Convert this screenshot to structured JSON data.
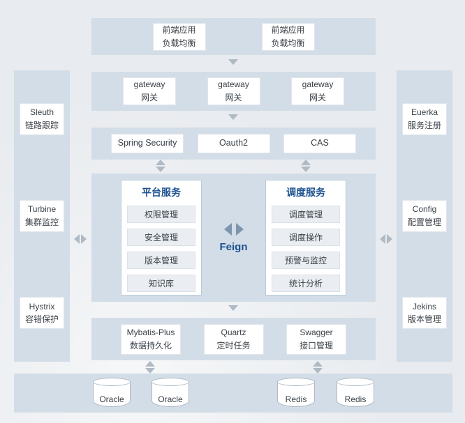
{
  "frontend": {
    "items": [
      {
        "l1": "前端应用",
        "l2": "负载均衡"
      },
      {
        "l1": "前端应用",
        "l2": "负载均衡"
      }
    ]
  },
  "gateway": {
    "items": [
      {
        "l1": "gateway",
        "l2": "网关"
      },
      {
        "l1": "gateway",
        "l2": "网关"
      },
      {
        "l1": "gateway",
        "l2": "网关"
      }
    ]
  },
  "security": {
    "items": [
      "Spring Security",
      "Oauth2",
      "CAS"
    ]
  },
  "platform": {
    "title": "平台服务",
    "items": [
      "权限管理",
      "安全管理",
      "版本管理",
      "知识库"
    ]
  },
  "schedule": {
    "title": "调度服务",
    "items": [
      "调度管理",
      "调度操作",
      "预警与监控",
      "统计分析"
    ]
  },
  "feign": {
    "label": "Feign"
  },
  "middleware": {
    "items": [
      {
        "l1": "Mybatis-Plus",
        "l2": "数据持久化"
      },
      {
        "l1": "Quartz",
        "l2": "定时任务"
      },
      {
        "l1": "Swagger",
        "l2": "接口管理"
      }
    ]
  },
  "databases": {
    "items": [
      "Oracle",
      "Oracle",
      "Redis",
      "Redis"
    ]
  },
  "left_sidebar": {
    "items": [
      {
        "l1": "Sleuth",
        "l2": "链路跟踪"
      },
      {
        "l1": "Turbine",
        "l2": "集群监控"
      },
      {
        "l1": "Hystrix",
        "l2": "容错保护"
      }
    ]
  },
  "right_sidebar": {
    "items": [
      {
        "l1": "Euerka",
        "l2": "服务注册"
      },
      {
        "l1": "Config",
        "l2": "配置管理"
      },
      {
        "l1": "Jekins",
        "l2": "版本管理"
      }
    ]
  },
  "colors": {
    "band": "#d3dde7",
    "accent_blue": "#1c5291",
    "arrow_gray": "#b0bac4",
    "feign_arrow": "#7e95ad",
    "item_fill": "#eaeef2"
  }
}
